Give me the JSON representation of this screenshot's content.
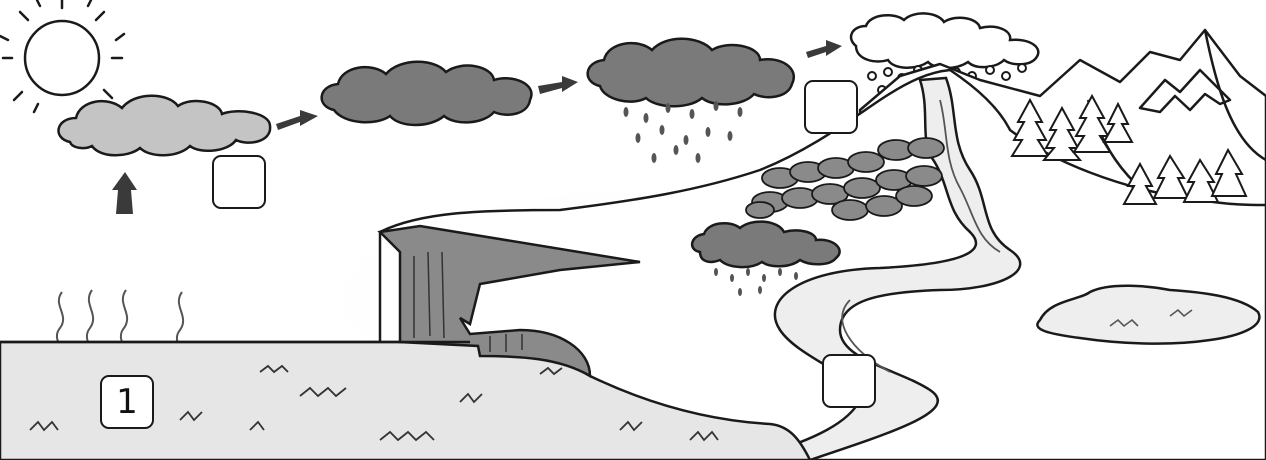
{
  "diagram": {
    "type": "water-cycle",
    "stage_boxes": [
      {
        "id": "box-sea",
        "label": "1"
      },
      {
        "id": "box-cloud-low",
        "label": ""
      },
      {
        "id": "box-cloud-mountain",
        "label": ""
      },
      {
        "id": "box-river",
        "label": ""
      }
    ],
    "colors": {
      "outline": "#1a1a1a",
      "sky_cloud": "#c4c4c4",
      "dark_cloud": "#7a7a7a",
      "water": "#e6e6e6",
      "cliff": "#8a8a8a",
      "arrow": "#3a3a3a"
    }
  }
}
